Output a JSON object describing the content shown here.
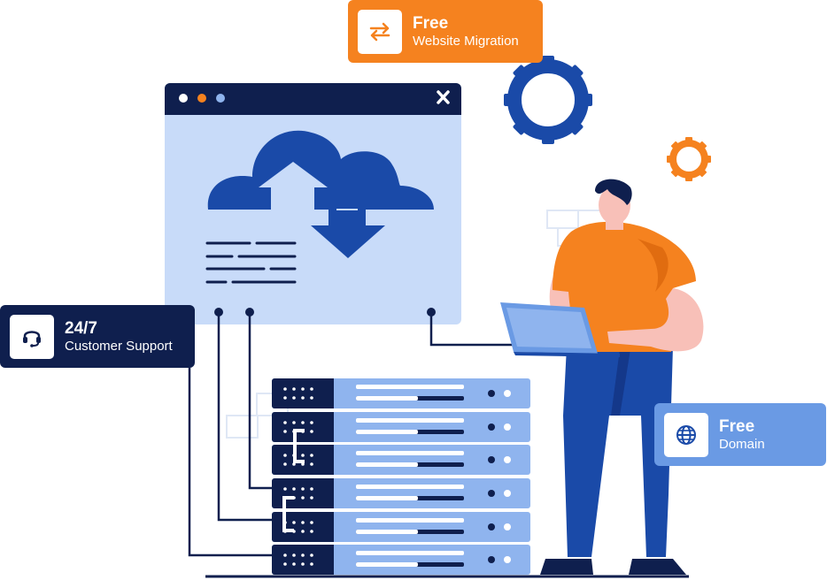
{
  "badges": {
    "migration": {
      "title": "Free",
      "subtitle": "Website Migration",
      "icon": "swap-arrows-icon",
      "color": "#f5821f"
    },
    "support": {
      "title": "24/7",
      "subtitle": "Customer Support",
      "icon": "headset-icon",
      "color": "#0f1f4e"
    },
    "domain": {
      "title": "Free",
      "subtitle": "Domain",
      "icon": "globe-icon",
      "color": "#6a9ae4"
    }
  },
  "colors": {
    "navy": "#0f1f4e",
    "blue": "#1a4aa8",
    "light_blue": "#bcd3f7",
    "orange": "#f5821f"
  }
}
